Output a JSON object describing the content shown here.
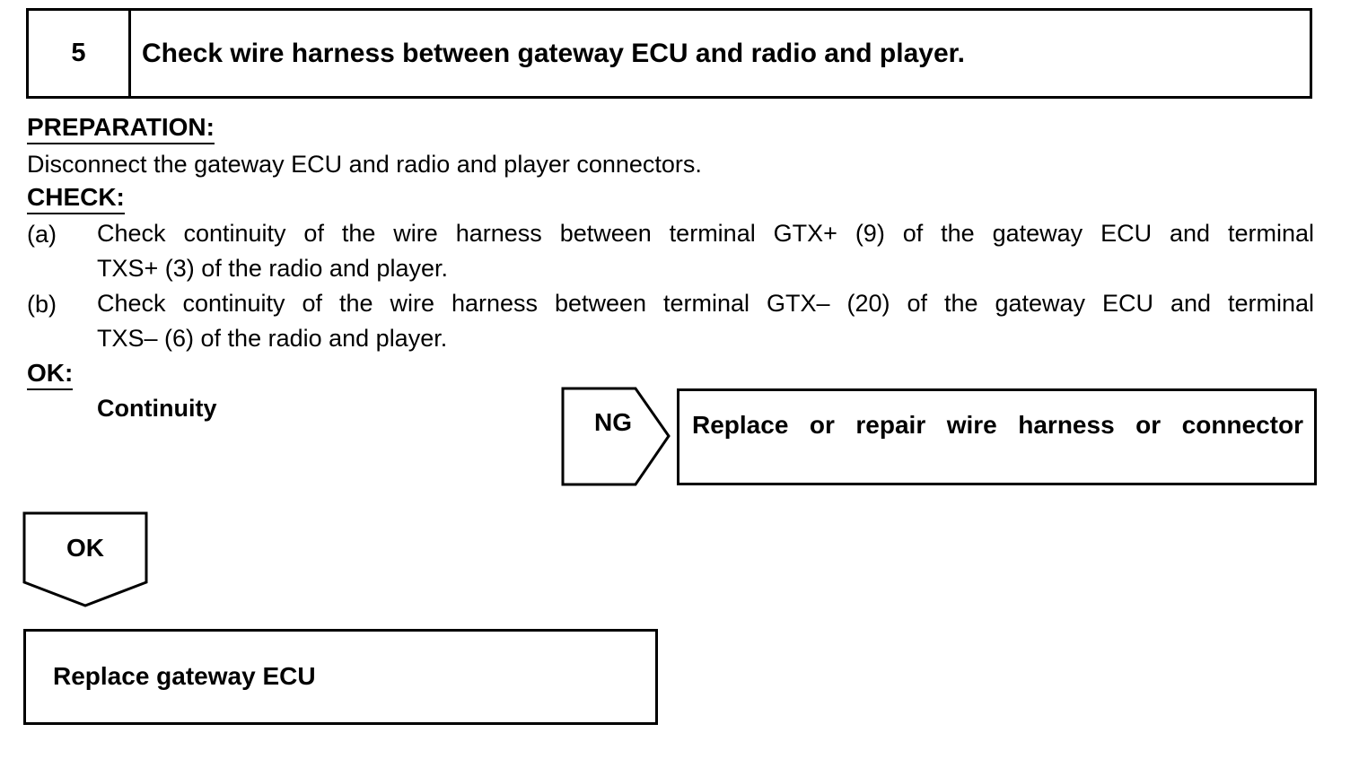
{
  "step": {
    "number": "5",
    "title": "Check wire harness between gateway ECU and radio and player."
  },
  "preparation": {
    "heading": "PREPARATION:",
    "text": "Disconnect the gateway ECU and radio and player connectors."
  },
  "check": {
    "heading": "CHECK:",
    "items": [
      {
        "label": "(a)",
        "line1": "Check continuity of the wire harness between terminal GTX+ (9) of the gateway ECU and terminal",
        "line2": "TXS+ (3) of the radio and player."
      },
      {
        "label": "(b)",
        "line1": "Check continuity of the wire harness between terminal GTX– (20) of the gateway ECU and terminal",
        "line2": "TXS– (6) of the radio and player."
      }
    ]
  },
  "ok": {
    "heading": "OK:",
    "result": "Continuity"
  },
  "ng_branch": {
    "label": "NG",
    "action": "Replace or repair wire harness or connector"
  },
  "ok_branch": {
    "label": "OK",
    "action": "Replace gateway ECU"
  }
}
